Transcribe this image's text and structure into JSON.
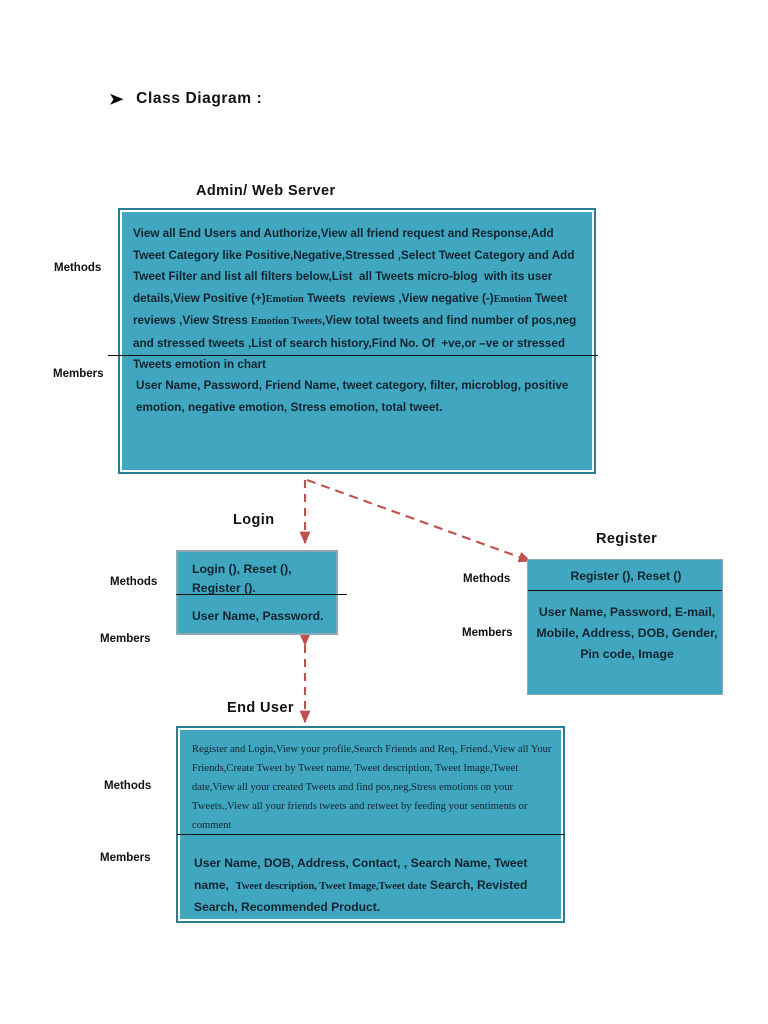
{
  "document": {
    "heading": "Class  Diagram  :",
    "heading_bullet": "➤"
  },
  "labels": {
    "methods": "Methods",
    "members": "Members"
  },
  "colors": {
    "class_fill": "#41A7C0",
    "class_border_dark": "#2E7E93",
    "class_border_light": "#8FA9B4",
    "connector": "#C0504D",
    "text": "#12242E",
    "page_background": "#FFFFFF"
  },
  "classes": {
    "admin": {
      "title": "Admin/ Web  Server",
      "methods_text": "View all End Users and Authorize,View all friend request and Response,Add Tweet Category like Positive,Negative,Stressed ,Select Tweet Category and Add Tweet Filter and list all filters below,List  all Tweets micro-blog  with its user details,View Positive (+)Emotion Tweets  reviews ,View negative (-)Emotion Tweet reviews ,View Stress Emotion Tweets,View total tweets and find number of pos,neg and stressed tweets ,List of search history,Find No. Of  +ve,or –ve or stressed  Tweets emotion in chart",
      "members_text": " User Name, Password, Friend Name, tweet category,  filter, microblog, positive emotion, negative emotion, Stress emotion, total tweet."
    },
    "login": {
      "title": "Login",
      "methods_text": "Login (), Reset (), Register ().",
      "members_text": "User Name, Password."
    },
    "register": {
      "title": "Register",
      "methods_text": "Register (), Reset ()",
      "members_text": "User Name, Password, E-mail, Mobile, Address, DOB, Gender, Pin code, Image"
    },
    "enduser": {
      "title": "End User",
      "methods_text": "Register and Login,View your profile,Search Friends and Req, Friend.,View all Your Friends,Create Tweet by Tweet name, Tweet description, Tweet Image,Tweet date,View all your created Tweets and find  pos,neg,Stress emotions on your Tweets.,View all your friends tweets and retweet by feeding your sentiments or comment",
      "members_text": "User Name, DOB, Address, Contact, , Search Name, Tweet name,  Tweet description, Tweet Image,Tweet date Search, Revisted Search, Recommended Product."
    }
  },
  "connectors": [
    {
      "name": "admin-to-login",
      "from": "admin",
      "to": "login",
      "style": "dashed",
      "arrow": "end"
    },
    {
      "name": "admin-to-register",
      "from": "admin",
      "to": "register",
      "style": "dashed",
      "arrow": "end"
    },
    {
      "name": "login-to-enduser",
      "from": "login",
      "to": "enduser",
      "style": "dashed",
      "arrow": "both"
    }
  ]
}
